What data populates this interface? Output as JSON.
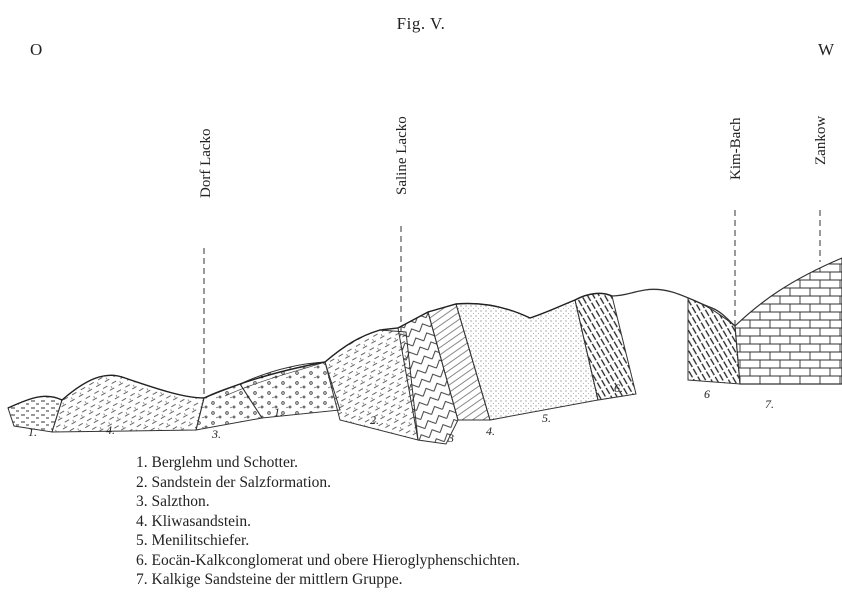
{
  "figure": {
    "title": "Fig. V.",
    "left_direction": "O",
    "right_direction": "W"
  },
  "places": [
    {
      "id": "dorf",
      "name": "Dorf Lacko"
    },
    {
      "id": "saline",
      "name": "Saline Lacko"
    },
    {
      "id": "kim",
      "name": "Kim-Bach"
    },
    {
      "id": "zankow",
      "name": "Zankow"
    }
  ],
  "unit_markers": [
    "1.",
    "4.",
    "3.",
    "1.",
    "2.",
    "3",
    "4.",
    "5.",
    "6.",
    "6",
    "7."
  ],
  "legend": [
    "1. Berglehm und Schotter.",
    "2. Sandstein der Salzformation.",
    "3. Salzthon.",
    "4. Kliwasandstein.",
    "5. Menilitschiefer.",
    "6. Eocän-Kalkconglomerat und obere Hieroglyphenschichten.",
    "7. Kalkige Sandsteine der mittlern Gruppe."
  ]
}
